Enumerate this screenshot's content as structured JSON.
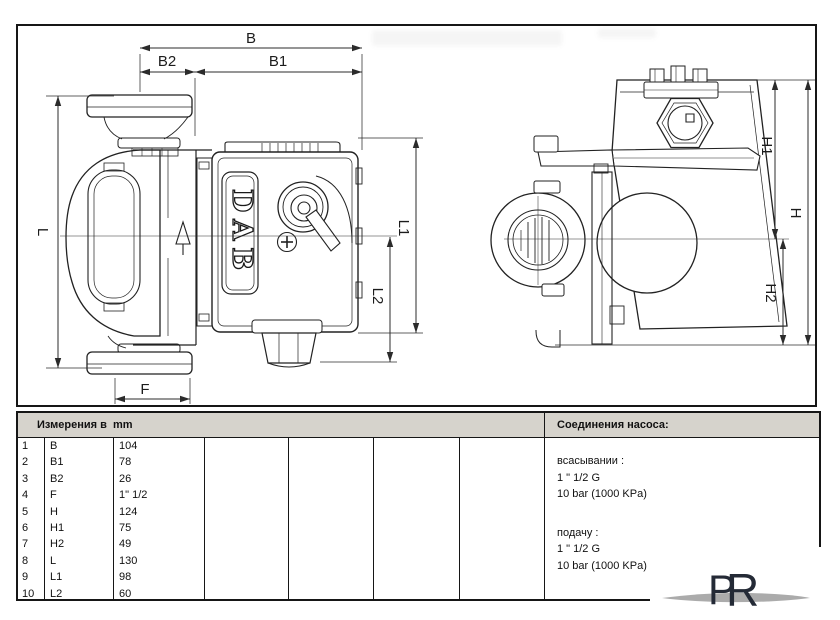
{
  "drawing": {
    "brand_label": "DAB",
    "dim_labels": {
      "B": "B",
      "B1": "B1",
      "B2": "B2",
      "L": "L",
      "L1": "L1",
      "L2": "L2",
      "F": "F",
      "H": "H",
      "H1": "H1",
      "H2": "H2"
    }
  },
  "table": {
    "header_left": "Измерения в  mm",
    "header_right": "Соединения насоса:",
    "rows": [
      {
        "n": "1",
        "label": "B",
        "value": "104"
      },
      {
        "n": "2",
        "label": "B1",
        "value": "78"
      },
      {
        "n": "3",
        "label": "B2",
        "value": "26"
      },
      {
        "n": "4",
        "label": "F",
        "value": "1\" 1/2"
      },
      {
        "n": "5",
        "label": "H",
        "value": "124"
      },
      {
        "n": "6",
        "label": "H1",
        "value": "75"
      },
      {
        "n": "7",
        "label": "H2",
        "value": "49"
      },
      {
        "n": "8",
        "label": "L",
        "value": "130"
      },
      {
        "n": "9",
        "label": "L1",
        "value": "98"
      },
      {
        "n": "10",
        "label": "L2",
        "value": "60"
      }
    ],
    "connections": {
      "suction_label": "всасывании :",
      "suction_size": "1 \" 1/2 G",
      "suction_pressure": "10 bar (1000 KPa)",
      "delivery_label": "подачу :",
      "delivery_size": "1 \" 1/2 G",
      "delivery_pressure": "10 bar (1000 KPa)"
    }
  },
  "logo": {
    "letter_p": "P",
    "letter_r": "R",
    "color": "#242a36"
  },
  "colors": {
    "line": "#222222",
    "dim_line": "#2b2b2b",
    "frame_border": "#161616",
    "table_header_bg": "#d6d3cc",
    "logo_navy": "#242a36",
    "swoosh_gray": "#8f8f8f"
  }
}
